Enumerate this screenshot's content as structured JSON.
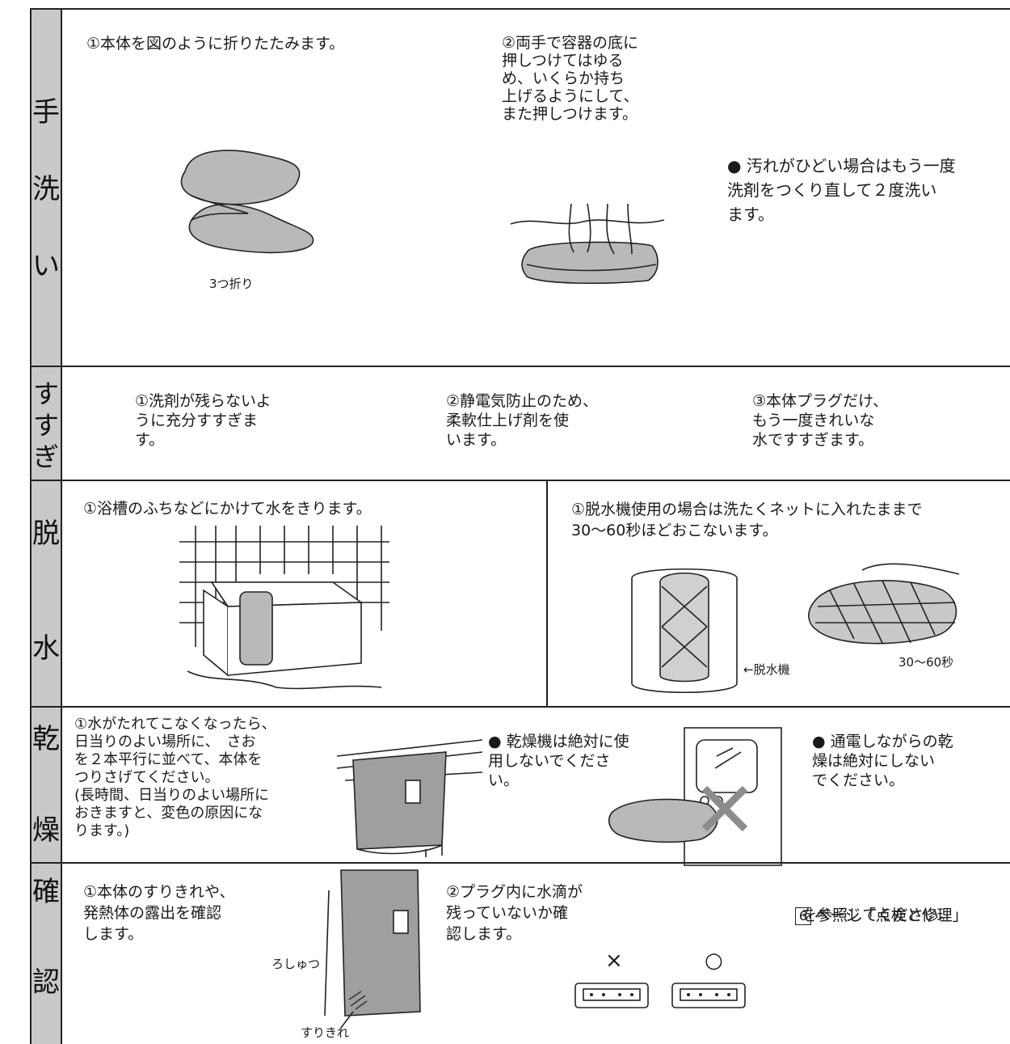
{
  "sections": {
    "wash": {
      "label_chars": [
        "手",
        "洗",
        "い"
      ],
      "step1": "①本体を図のように折りたたみます。",
      "step2": "②両手で容器の底に\n押しつけてはゆる\nめ、いくらか持ち\n上げるようにして、\nまた押しつけます。",
      "fold_caption": "3つ折り",
      "note": "● 汚れがひどい場合はもう一度\n洗剤をつくり直して２度洗い\nます。"
    },
    "rinse": {
      "label_chars": [
        "す",
        "す",
        "ぎ"
      ],
      "step1": "①洗剤が残らないよ\nうに充分すすぎま\nす。",
      "step2": "②静電気防止のため、\n柔軟仕上げ剤を使\nいます。",
      "step3": "③本体プラグだけ、\nもう一度きれいな\n水ですすぎます。"
    },
    "dewater": {
      "label_chars": [
        "脱",
        "水"
      ],
      "left_step": "①浴槽のふちなどにかけて水をきります。",
      "right_step": "①脱水機使用の場合は洗たくネットに入れたままで\n30～60秒ほどおこないます。",
      "machine_caption": "←脱水機",
      "time_caption": "30～60秒"
    },
    "dry": {
      "label_chars": [
        "乾",
        "燥"
      ],
      "step1": "①水がたれてこなくなったら、\n日当りのよい場所に、　さお\nを２本平行に並べて、本体を\nつりさげてください。\n(長時間、日当りのよい場所に\nおきますと、変色の原因にな\nります。)",
      "note1": "● 乾燥機は絶対に使\n用しないでくださ\nい。",
      "note2": "● 通電しながらの乾\n燥は絶対にしない\nでください。"
    },
    "check": {
      "label_chars": [
        "確",
        "認"
      ],
      "step1": "①本体のすりきれや、\n発熱体の露出を確認\nします。",
      "label_rosyutsu": "ろしゅつ",
      "label_surikire": "すりきれ",
      "step2": "②プラグ内に水滴が\n残っていないか確\n認します。",
      "mark_ng": "×",
      "mark_ok": "○",
      "ref_page": "6",
      "ref_text1": "ページ「点検と修理」",
      "ref_text2": "を参照してください。"
    }
  }
}
